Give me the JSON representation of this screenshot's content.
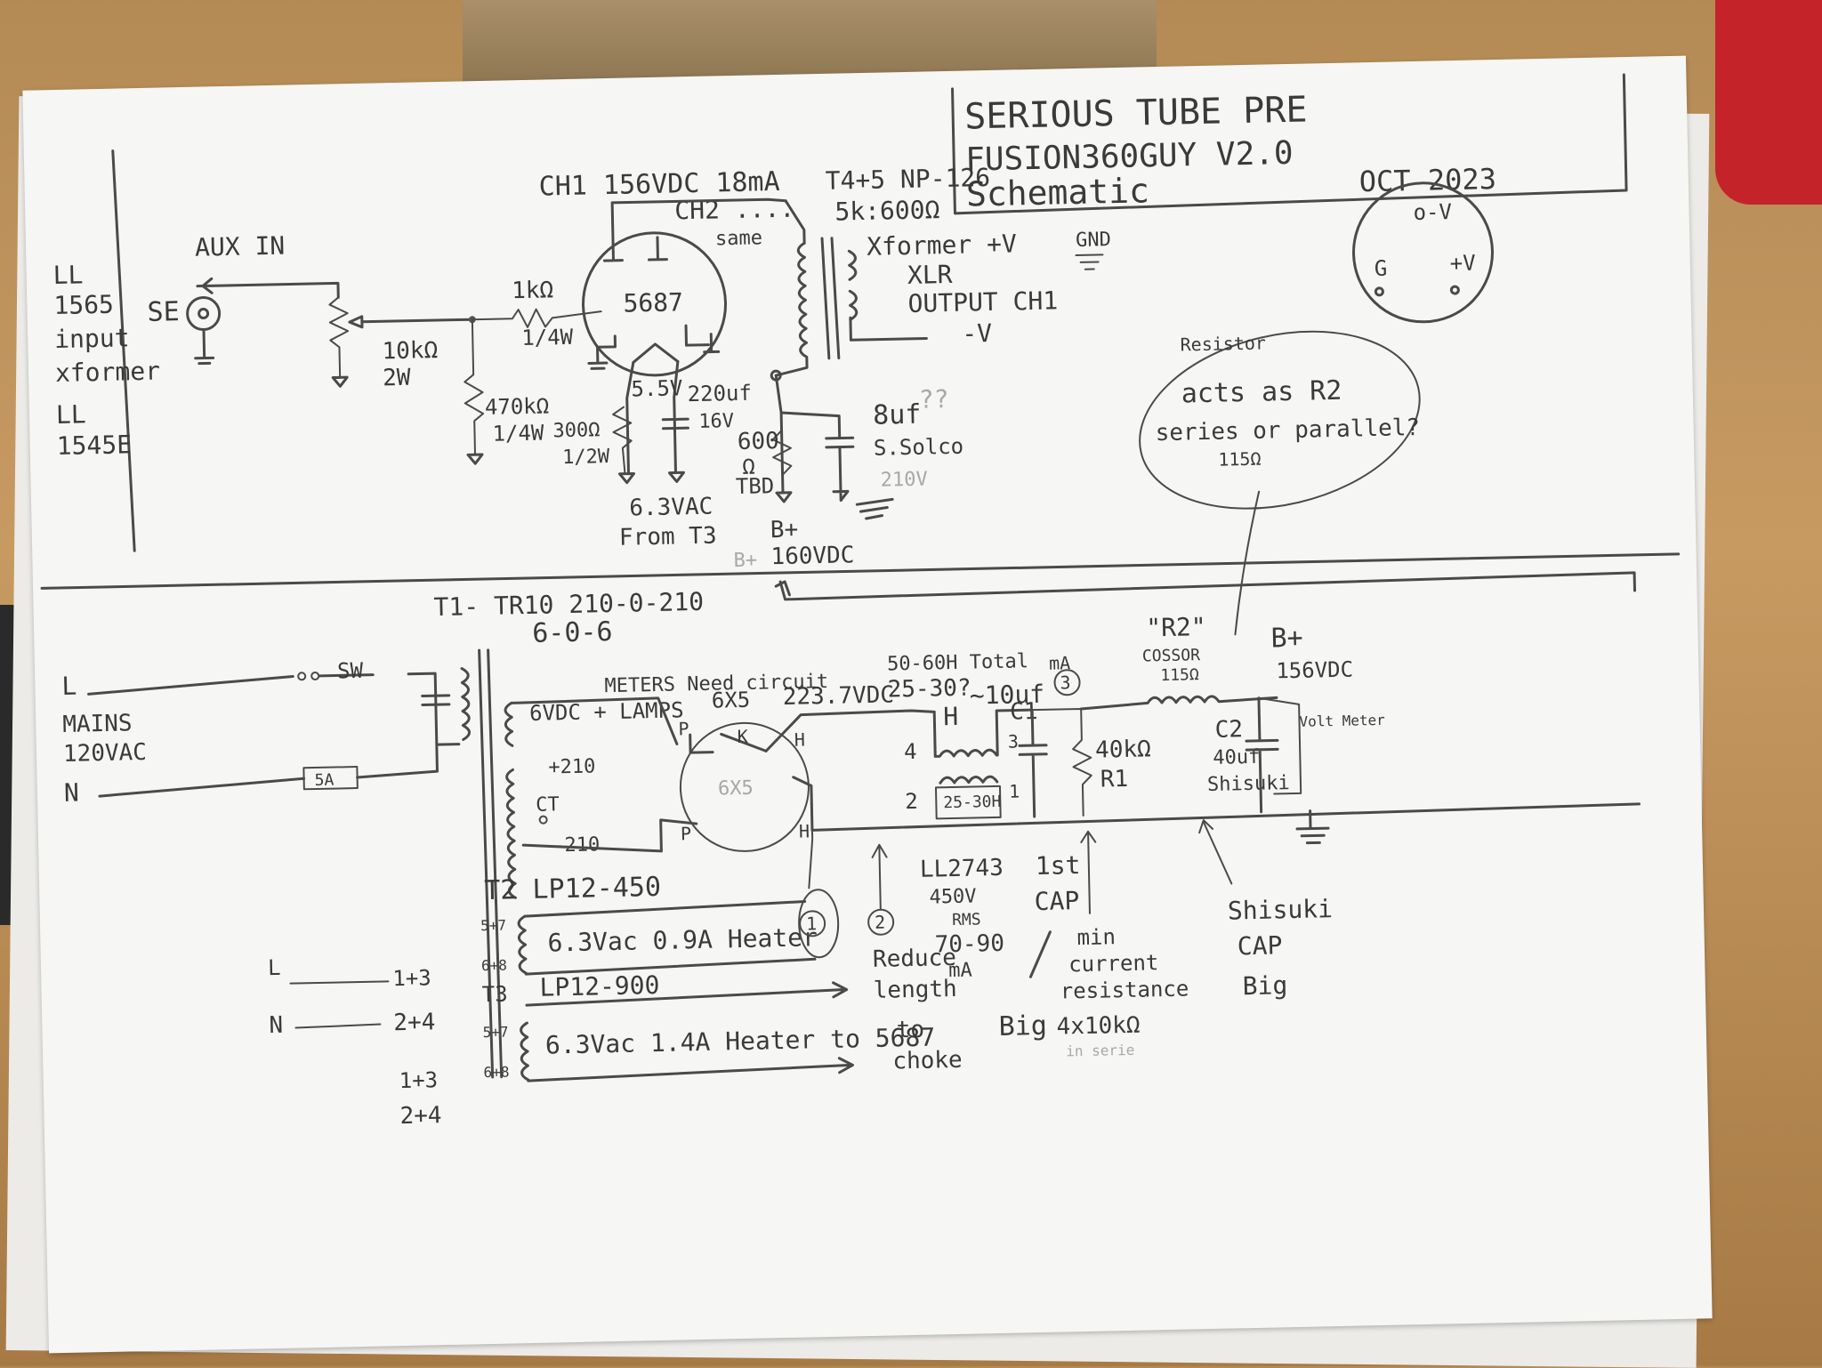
{
  "title_block": {
    "line1": "SERIOUS TUBE PRE",
    "line2": "FUSION360GUY V2.0",
    "line3": "Schematic",
    "date": "OCT 2023"
  },
  "input": {
    "xformer_note_1": "LL",
    "xformer_note_2": "1565",
    "xformer_note_3": "input",
    "xformer_note_4": "xformer",
    "xformer_note_5": "LL",
    "xformer_note_6": "1545E",
    "se_label": "SE",
    "aux_in": "AUX IN",
    "pot": "10kΩ",
    "pot_w": "2W",
    "grid_stop": "1kΩ",
    "grid_stop_w": "1/4W",
    "grid_leak": "470kΩ",
    "grid_leak_w": "1/4W"
  },
  "tube": {
    "ch1_label": "CH1  156VDC 18mA",
    "ch2_label": "CH2 ....",
    "ch2_note": "same",
    "name": "5687",
    "cathode_v": "5.5V",
    "cathode_cap": "220uf",
    "cathode_cap_v": "16V",
    "cathode_res": "300Ω",
    "cathode_res_w": "1/2W",
    "heater_1": "6.3VAC",
    "heater_2": "From T3"
  },
  "output": {
    "xformer_1": "T4+5 NP-126",
    "xformer_2": "5k:600Ω",
    "plus_v": "Xformer +V",
    "xlr_1": "XLR",
    "xlr_2": "OUTPUT CH1",
    "minus_v": "-V",
    "gnd": "GND",
    "pin_minus": "o-V",
    "pin_g": "G",
    "pin_plus": "+V",
    "r_600": "600",
    "r_unit": "Ω",
    "r_tbd": "TBD",
    "cap_8uf": "8uf",
    "cap_brand": "S.Solco",
    "cap_q": "??",
    "cap_v": "210V",
    "bplus_1": "B+",
    "bplus_2": "160VDC",
    "bplus_faint": "B+"
  },
  "note_bubble": {
    "header": "Resistor",
    "line1": "acts as R2",
    "line2": "series or parallel?",
    "line3": "115Ω"
  },
  "power": {
    "t1": "T1- TR10 210-0-210",
    "t1_b": "6-0-6",
    "l": "L",
    "mains_1": "MAINS",
    "mains_2": "120VAC",
    "n": "N",
    "sw": "SW",
    "fuse": "5A",
    "meters": "METERS  Need circuit",
    "lamps": "6VDC + LAMPS",
    "rect": "6X5",
    "rect_faint": "6X5",
    "vdc": "223.7VDC",
    "p": "P",
    "k": "K",
    "h": "H",
    "plus210": "+210",
    "ct": "CT",
    "minus210": "-210",
    "choke_total": "50-60H Total",
    "choke_each": "25-30?",
    "choke_cap": "~10uf",
    "ma": "mA",
    "c1": "C1",
    "pin4": "4",
    "pin3": "3",
    "pin2": "2",
    "pin1": "1",
    "choke_h": "H",
    "choke_box": "25-30H",
    "r1": "40kΩ",
    "r1_name": "R1",
    "r2_quote": "\"R2\"",
    "r2_brand": "COSSOR",
    "r2_val": "115Ω",
    "bplus": "B+",
    "bplus_v": "156VDC",
    "c2": "C2",
    "c2_v": "40uf",
    "c2_brand": "Shisuki",
    "volt_meter": "Volt Meter",
    "choke_part": "LL2743",
    "choke_v": "450V",
    "choke_rms": "RMS",
    "choke_ma": "70-90",
    "choke_ma_u": "mA",
    "first_cap": "1st",
    "first_cap_b": "CAP",
    "big1": "Big",
    "min_1": "min",
    "min_2": "current",
    "min_3": "resistance",
    "min_4": "4x10kΩ",
    "min_faint": "in serie",
    "shisuki_1": "Shisuki",
    "shisuki_2": "CAP",
    "shisuki_3": "Big",
    "reduce_1": "Reduce",
    "reduce_2": "length",
    "reduce_3": "to",
    "reduce_4": "choke",
    "n1": "1",
    "n2": "2",
    "n3": "3"
  },
  "heaters": {
    "t2": "T2  LP12-450",
    "t2_line": "6.3Vac  0.9A  Heater",
    "t3": "T3",
    "t3_part": "LP12-900",
    "t3_line": "6.3Vac  1.4A  Heater to 5687",
    "pin57": "5+7",
    "pin68": "6+8",
    "legend_l": "L",
    "legend_n": "N",
    "legend_13": "1+3",
    "legend_24": "2+4",
    "legend_13b": "1+3",
    "legend_24b": "2+4"
  },
  "colors": {
    "paper": "#f6f6f4",
    "pencil": "#4a4a4a",
    "wood": "#b48a55",
    "tool": "#c4232a"
  }
}
